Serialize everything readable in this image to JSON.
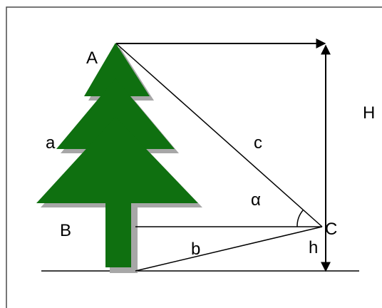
{
  "labels": {
    "A": "A",
    "B": "B",
    "C": "C",
    "H": "H",
    "a": "a",
    "b": "b",
    "c": "c",
    "h": "h",
    "alpha": "α"
  },
  "colors": {
    "tree": "#0f7010",
    "tree_shadow": "#a7a7a7",
    "lines": "#000000",
    "frame": "#4a4a4a",
    "background": "#ffffff"
  }
}
